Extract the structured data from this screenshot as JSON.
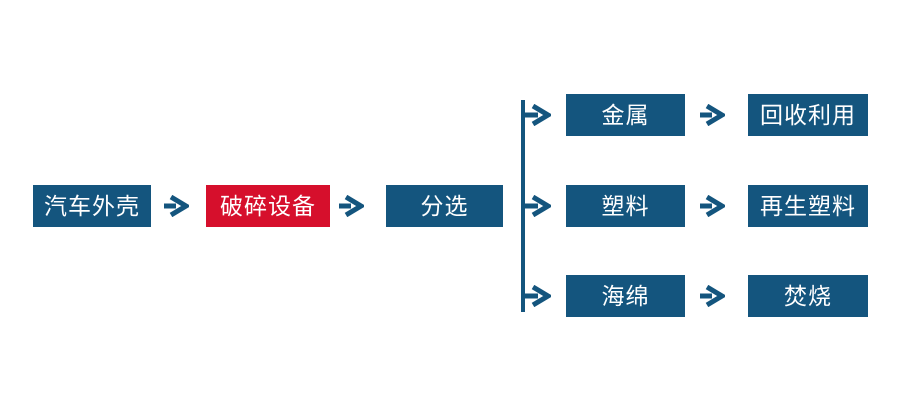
{
  "colors": {
    "background": "#FFFFFF",
    "box_blue": "#14557E",
    "box_red": "#D60F2C",
    "arrow": "#14557E"
  },
  "flow": {
    "input": {
      "label": "汽车外壳"
    },
    "process": {
      "label": "破碎设备",
      "highlighted": true
    },
    "sorting": {
      "label": "分选"
    },
    "branches": [
      {
        "material": {
          "label": "金属"
        },
        "outcome": {
          "label": "回收利用"
        }
      },
      {
        "material": {
          "label": "塑料"
        },
        "outcome": {
          "label": "再生塑料"
        }
      },
      {
        "material": {
          "label": "海绵"
        },
        "outcome": {
          "label": "焚烧"
        }
      }
    ]
  }
}
